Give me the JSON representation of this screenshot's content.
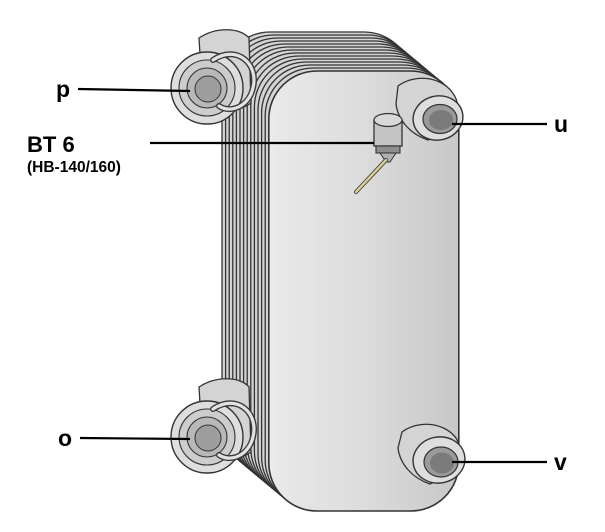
{
  "callouts": {
    "p": "p",
    "u": "u",
    "o": "o",
    "v": "v"
  },
  "sensor": {
    "label": "BT 6",
    "model": "(HB-140/160)"
  },
  "colors": {
    "outline": "#333333",
    "body_fill": "#d4d4d4",
    "port_bore": "#7b7b7b",
    "sensor_needle": "#dccf93",
    "callout_line": "#000000",
    "background": "#ffffff"
  }
}
